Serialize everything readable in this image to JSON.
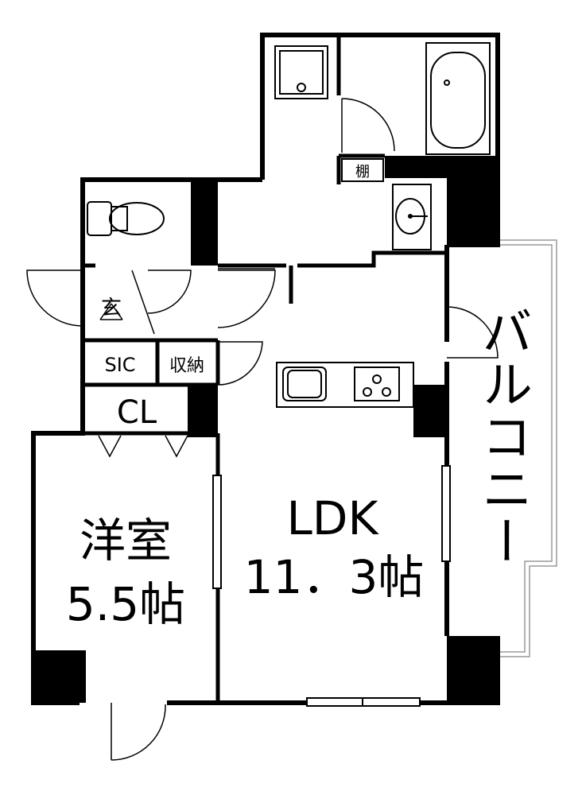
{
  "rooms": {
    "western_name": "洋室",
    "western_size": "5.5帖",
    "ldk_name": "LDK",
    "ldk_size": "11．3帖",
    "entrance": "玄",
    "sic": "SIC",
    "storage": "収納",
    "closet": "CL",
    "shelf": "棚",
    "balcony": "バルコニー"
  },
  "colors": {
    "wall": "#000000",
    "floor": "#ffffff",
    "fixture_line": "#777777",
    "balcony_line": "#999999"
  }
}
